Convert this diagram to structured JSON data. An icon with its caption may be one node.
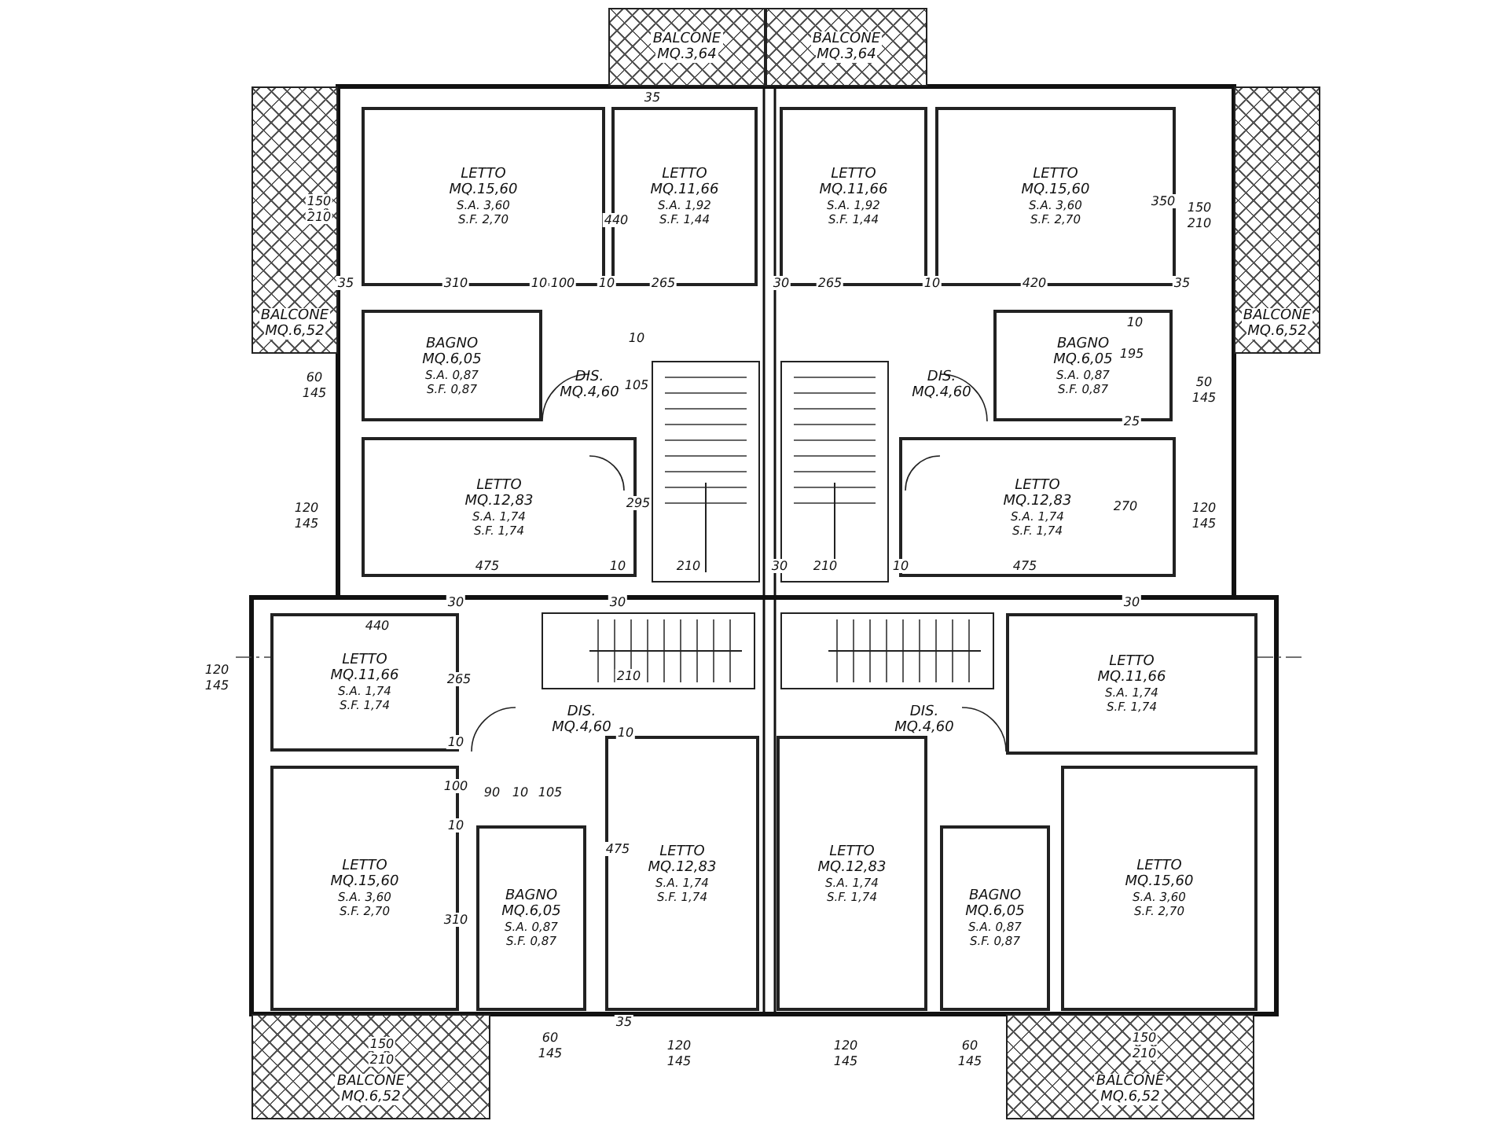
{
  "diagram": {
    "nodes": [
      {
        "text": [
          "BALCONE",
          "MQ.3,64"
        ]
      },
      {
        "text": [
          "BALCONE",
          "MQ.3,64"
        ]
      },
      {
        "text": [
          "BALCONE",
          "MQ.6,52"
        ]
      },
      {
        "text": [
          "LETTO",
          "MQ.15,60",
          "S.A. 3,60",
          "S.F. 2,70"
        ]
      },
      {
        "text": [
          "LETTO",
          "MQ.11,66",
          "S.A. 1,92",
          "S.F. 1,44"
        ]
      },
      {
        "text": [
          "LETTO",
          "MQ.11,66",
          "S.A. 1,92",
          "S.F. 1,44"
        ]
      },
      {
        "text": [
          "LETTO",
          "MQ.15,60",
          "S.A. 3,60",
          "S.F. 2,70"
        ]
      },
      {
        "text": [
          "BALCONE",
          "MQ.6,52"
        ]
      },
      {
        "text": [
          "BAGNO",
          "MQ.6,05",
          "S.A. 0,87",
          "S.F. 0,87"
        ]
      },
      {
        "text": [
          "DIS.",
          "MQ.4,60"
        ]
      },
      {
        "text": [
          "DIS.",
          "MQ.4,60"
        ]
      },
      {
        "text": [
          "BAGNO",
          "MQ.6,05",
          "S.A. 0,87",
          "S.F. 0,87"
        ]
      },
      {
        "text": [
          "LETTO",
          "MQ.12,83",
          "S.A. 1,74",
          "S.F. 1,74"
        ]
      },
      {
        "text": [
          "LETTO",
          "MQ.12,83",
          "S.A. 1,74",
          "S.F. 1,74"
        ]
      },
      {
        "text": [
          "LETTO",
          "MQ.11,66",
          "S.A. 1,74",
          "S.F. 1,74"
        ]
      },
      {
        "text": [
          "DIS.",
          "MQ.4,60"
        ]
      },
      {
        "text": [
          "DIS.",
          "MQ.4,60"
        ]
      },
      {
        "text": [
          "LETTO",
          "MQ.11,66",
          "S.A. 1,74",
          "S.F. 1,74"
        ]
      },
      {
        "text": [
          "LETTO",
          "MQ.15,60",
          "S.A. 3,60",
          "S.F. 2,70"
        ]
      },
      {
        "text": [
          "BAGNO",
          "MQ.6,05",
          "S.A. 0,87",
          "S.F. 0,87"
        ]
      },
      {
        "text": [
          "LETTO",
          "MQ.12,83",
          "S.A. 1,74",
          "S.F. 1,74"
        ]
      },
      {
        "text": [
          "LETTO",
          "MQ.12,83",
          "S.A. 1,74",
          "S.F. 1,74"
        ]
      },
      {
        "text": [
          "BAGNO",
          "MQ.6,05",
          "S.A. 0,87",
          "S.F. 0,87"
        ]
      },
      {
        "text": [
          "LETTO",
          "MQ.15,60",
          "S.A. 3,60",
          "S.F. 2,70"
        ]
      },
      {
        "text": [
          "BALCONE",
          "MQ.6,52"
        ]
      },
      {
        "text": [
          "BALCONE",
          "MQ.6,52"
        ]
      }
    ],
    "labels": [
      "35",
      "150",
      "210",
      "440",
      "350",
      "150",
      "210",
      "35",
      "310",
      "10",
      "100",
      "10",
      "265",
      "30",
      "265",
      "10",
      "420",
      "35",
      "10",
      "10",
      "195",
      "60",
      "145",
      "50",
      "145",
      "105",
      "25",
      "120",
      "145",
      "295",
      "270",
      "120",
      "145",
      "475",
      "10",
      "210",
      "30",
      "210",
      "10",
      "475",
      "30",
      "30",
      "30",
      "440",
      "120",
      "145",
      "265",
      "210",
      "10",
      "10",
      "100",
      "90",
      "10",
      "105",
      "10",
      "475",
      "310",
      "150",
      "210",
      "35",
      "60",
      "145",
      "120",
      "145",
      "120",
      "145",
      "60",
      "145",
      "150",
      "210"
    ]
  }
}
